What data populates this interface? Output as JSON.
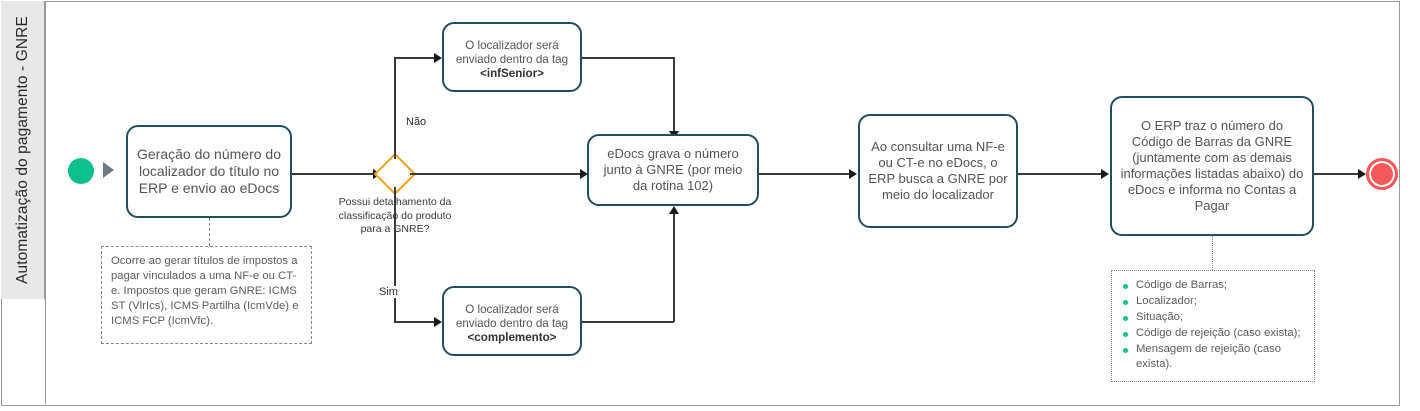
{
  "lane": {
    "label": "Automatização do pagamento - GNRE"
  },
  "events": {
    "start_name": "start-event",
    "end_name": "end-event"
  },
  "tasks": {
    "generate": "Geração do número do localizador do título no ERP e envio ao eDocs",
    "tag_inf_senior_line1": "O localizador será",
    "tag_inf_senior_line2": "enviado dentro da tag",
    "tag_inf_senior_tag": "<infSenior>",
    "tag_complemento_line1": "O localizador será",
    "tag_complemento_line2": "enviado dentro da tag",
    "tag_complemento_tag": "<complemento>",
    "edocs_record": "eDocs grava o número junto à GNRE (por meio da rotina 102)",
    "erp_search": "Ao consultar uma NF-e ou CT-e no eDocs, o ERP busca a GNRE por meio do localizador",
    "erp_barcode": "O ERP traz o número do Código de Barras da GNRE (juntamente com as demais informações listadas abaixo) do eDocs e informa no Contas a Pagar"
  },
  "gateway": {
    "question": "Possui detalhamento da classificação do produto para a GNRE?",
    "branch_no": "Não",
    "branch_yes": "Sim"
  },
  "annotations": {
    "first_task_note": "Ocorre ao gerar títulos de impostos a pagar vinculados a uma NF-e ou CT-e. Impostos que geram GNRE: ICMS ST (VlrIcs), ICMS Partilha (IcmVde) e ICMS FCP (IcmVfc).",
    "barcode_list": [
      "Código de Barras;",
      "Localizador;",
      "Situação;",
      "Código de rejeição (caso exista);",
      "Mensagem de rejeição (caso exista)."
    ]
  },
  "colors": {
    "start": "#0ec08d",
    "end": "#f4595b",
    "gateway": "#f0a31e",
    "task_border": "#1f4e5f",
    "bullet": "#13c08a"
  }
}
